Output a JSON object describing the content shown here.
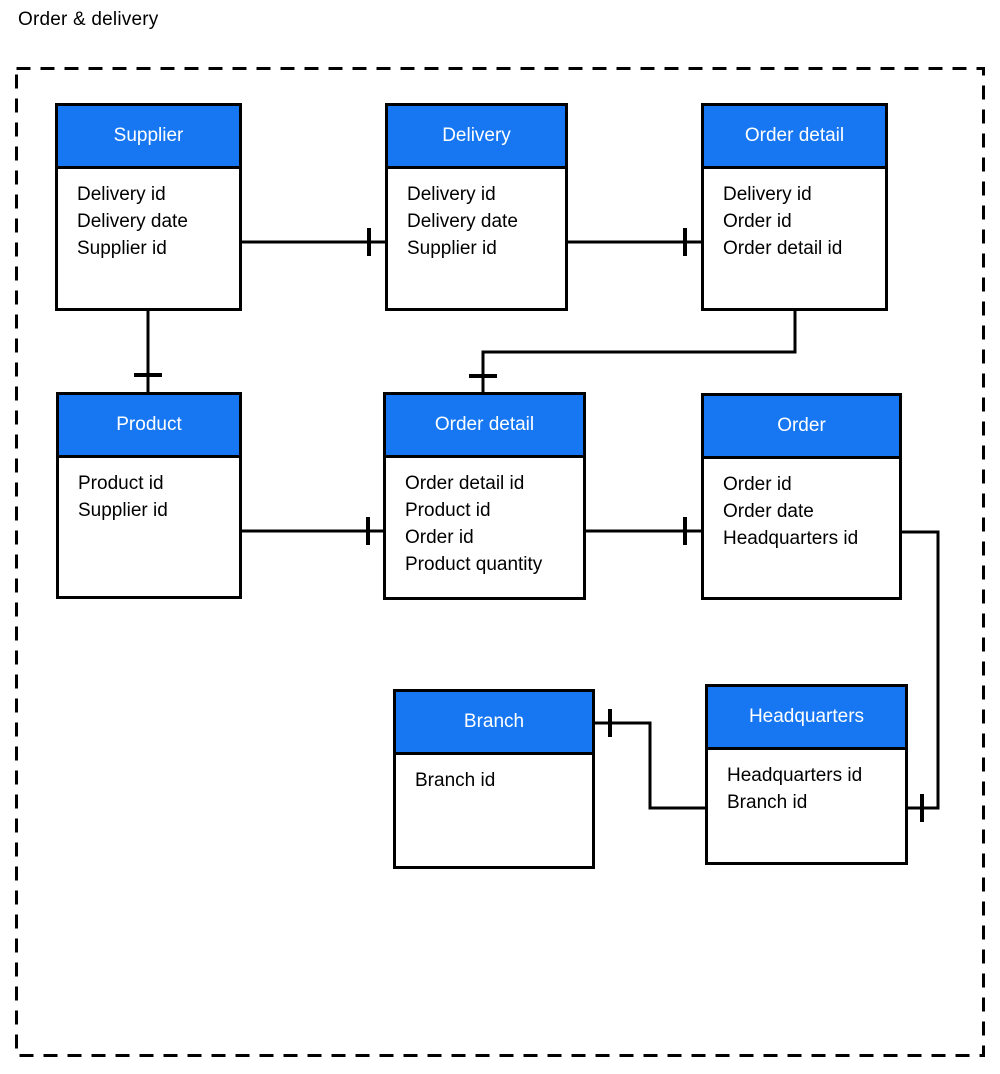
{
  "title": "Order & delivery",
  "colors": {
    "header_blue": "#1777F2",
    "line_black": "#000000",
    "background": "#ffffff",
    "header_text": "#ffffff"
  },
  "entities": [
    {
      "name": "Supplier",
      "fields": [
        "Delivery id",
        "Delivery date",
        "Supplier id"
      ]
    },
    {
      "name": "Delivery",
      "fields": [
        "Delivery id",
        "Delivery date",
        "Supplier id"
      ]
    },
    {
      "name": "Order detail",
      "fields": [
        "Delivery id",
        "Order id",
        "Order detail id"
      ]
    },
    {
      "name": "Product",
      "fields": [
        "Product id",
        "Supplier id"
      ]
    },
    {
      "name": "Order detail",
      "fields": [
        "Order detail id",
        "Product id",
        "Order id",
        "Product quantity"
      ]
    },
    {
      "name": "Order",
      "fields": [
        "Order id",
        "Order date",
        "Headquarters id"
      ]
    },
    {
      "name": "Branch",
      "fields": [
        "Branch id"
      ]
    },
    {
      "name": "Headquarters",
      "fields": [
        "Headquarters id",
        "Branch id"
      ]
    }
  ],
  "connections": [
    {
      "from": "Supplier",
      "to": "Delivery",
      "marker": "one",
      "marker_at": "Delivery"
    },
    {
      "from": "Delivery",
      "to": "Order detail (top)",
      "marker": "one",
      "marker_at": "Order detail (top)"
    },
    {
      "from": "Supplier",
      "to": "Product",
      "marker": "one",
      "marker_at": "Product"
    },
    {
      "from": "Order detail (top)",
      "to": "Order detail (middle)",
      "marker": "one",
      "marker_at": "Order detail (middle)"
    },
    {
      "from": "Product",
      "to": "Order detail (middle)",
      "marker": "one",
      "marker_at": "Order detail (middle)"
    },
    {
      "from": "Order detail (middle)",
      "to": "Order",
      "marker": "one",
      "marker_at": "Order"
    },
    {
      "from": "Order",
      "to": "Headquarters",
      "marker": "one",
      "marker_at": "Headquarters"
    },
    {
      "from": "Branch",
      "to": "Headquarters",
      "marker": "one",
      "marker_at": "Branch"
    }
  ]
}
